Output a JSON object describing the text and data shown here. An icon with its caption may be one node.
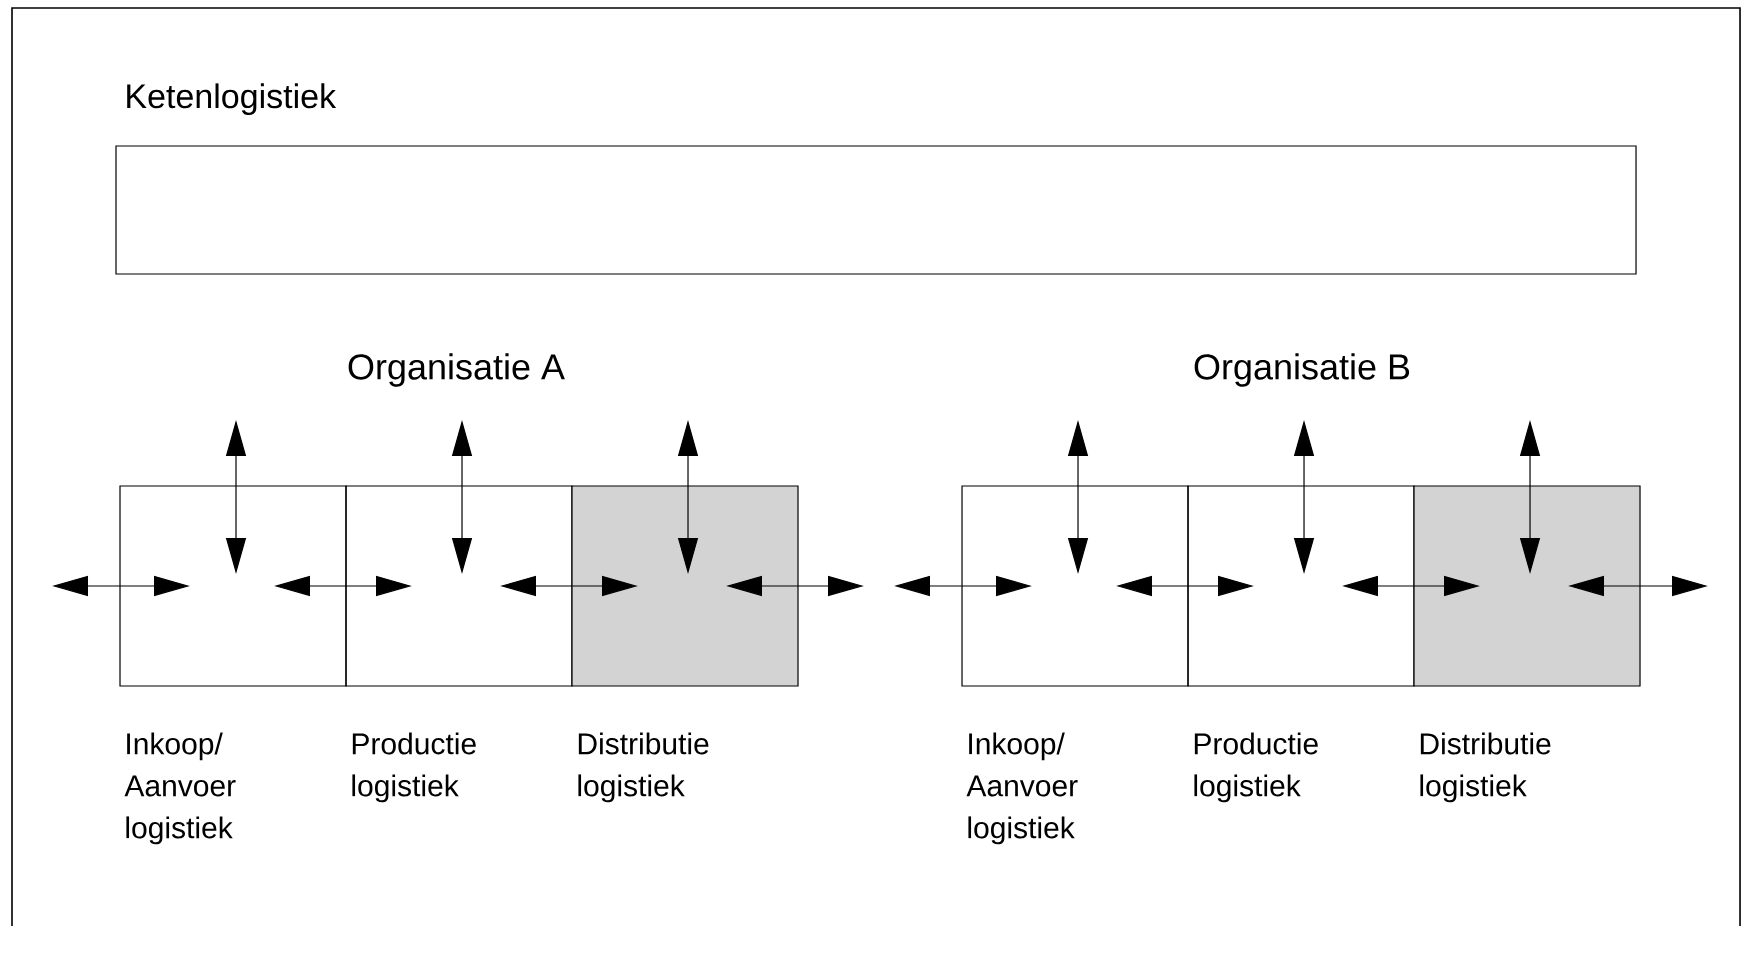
{
  "diagram": {
    "nodes": [
      {
        "text": [
          "Ketenlogistiek"
        ]
      },
      {
        "text": [],
        "shape": "box",
        "beside": [
          "Inkoop/ Aanvoer logistiek"
        ]
      },
      {
        "text": [],
        "shape": "box",
        "beside": [
          "Productie logistiek"
        ]
      },
      {
        "text": [],
        "shape": "box",
        "beside": [
          "Distributie logistiek"
        ]
      },
      {
        "text": [],
        "shape": "box",
        "beside": [
          "Inkoop/ Aanvoer logistiek"
        ]
      },
      {
        "text": [],
        "shape": "box",
        "beside": [
          "Productie logistiek"
        ]
      },
      {
        "text": [],
        "shape": "box",
        "beside": [
          "Distributie logistiek"
        ]
      }
    ],
    "edges": [
      {
        "from": null,
        "to": 1,
        "arrow": "both"
      },
      {
        "from": null,
        "to": 1,
        "arrow": "both"
      },
      {
        "from": 1,
        "to": 2,
        "arrow": "both"
      },
      {
        "from": null,
        "to": 2,
        "arrow": "both"
      },
      {
        "from": 2,
        "to": 3,
        "arrow": "both"
      },
      {
        "from": null,
        "to": 3,
        "arrow": "both"
      },
      {
        "from": 3,
        "to": null,
        "arrow": "both"
      },
      {
        "from": null,
        "to": 4,
        "arrow": "both"
      },
      {
        "from": null,
        "to": 4,
        "arrow": "both"
      },
      {
        "from": 4,
        "to": 5,
        "arrow": "both"
      },
      {
        "from": null,
        "to": 5,
        "arrow": "both"
      },
      {
        "from": 5,
        "to": 6,
        "arrow": "both"
      },
      {
        "from": null,
        "to": 6,
        "arrow": "both"
      },
      {
        "from": 6,
        "to": null,
        "arrow": "both"
      }
    ],
    "labels": [
      "Organisatie A",
      "Organisatie B"
    ]
  }
}
